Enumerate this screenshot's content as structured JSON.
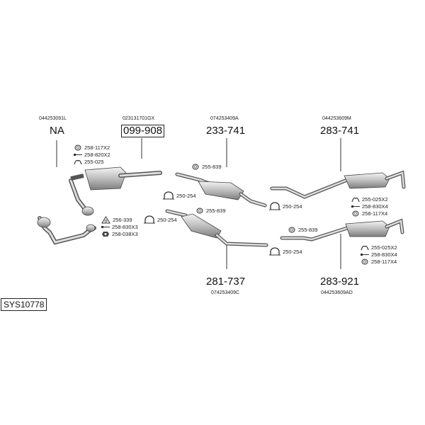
{
  "system_code": "SYS10778",
  "groups": {
    "na": {
      "oem": "044253091L",
      "part": "NA"
    },
    "cat": {
      "oem": "023131701GX",
      "part": "099-908"
    },
    "mid_top": {
      "oem": "074253409A",
      "part": "233-741"
    },
    "rear_top": {
      "oem": "044253609M",
      "part": "283-741"
    },
    "mid_bottom": {
      "oem": "074253409C",
      "part": "281-737"
    },
    "rear_bottom": {
      "oem": "044253609AD",
      "part": "283-921"
    }
  },
  "fittings": {
    "cat_1": {
      "label": "258-117X2",
      "icon": "ring-clamp-icon"
    },
    "cat_2": {
      "label": "258-820X2",
      "icon": "bolt-icon"
    },
    "cat_3": {
      "label": "255-025",
      "icon": "hanger-icon"
    },
    "front_1": {
      "label": "256-339",
      "icon": "triangle-gasket-icon"
    },
    "front_2": {
      "label": "258-830X3",
      "icon": "bolt-icon"
    },
    "front_3": {
      "label": "258-038X3",
      "icon": "nut-icon"
    },
    "front_4": {
      "label": "250-254",
      "icon": "u-clamp-icon"
    },
    "midtop_1": {
      "label": "255-839",
      "icon": "ring-clamp-icon"
    },
    "midtop_2": {
      "label": "250-254",
      "icon": "u-clamp-icon"
    },
    "midbot_1": {
      "label": "255-839",
      "icon": "ring-clamp-icon"
    },
    "reartop_1": {
      "label": "250-254",
      "icon": "u-clamp-icon"
    },
    "reartop_2": {
      "label": "255-025X2",
      "icon": "hanger-icon"
    },
    "reartop_3": {
      "label": "258-830X4",
      "icon": "bolt-icon"
    },
    "reartop_4": {
      "label": "258-117X4",
      "icon": "ring-clamp-icon"
    },
    "rearbot_1": {
      "label": "255-839",
      "icon": "ring-clamp-icon"
    },
    "rearbot_2": {
      "label": "250-254",
      "icon": "u-clamp-icon"
    },
    "rearbot_3": {
      "label": "255-025X2",
      "icon": "hanger-icon"
    },
    "rearbot_4": {
      "label": "258-830X4",
      "icon": "bolt-icon"
    },
    "rearbot_5": {
      "label": "258-117X4",
      "icon": "ring-clamp-icon"
    }
  }
}
